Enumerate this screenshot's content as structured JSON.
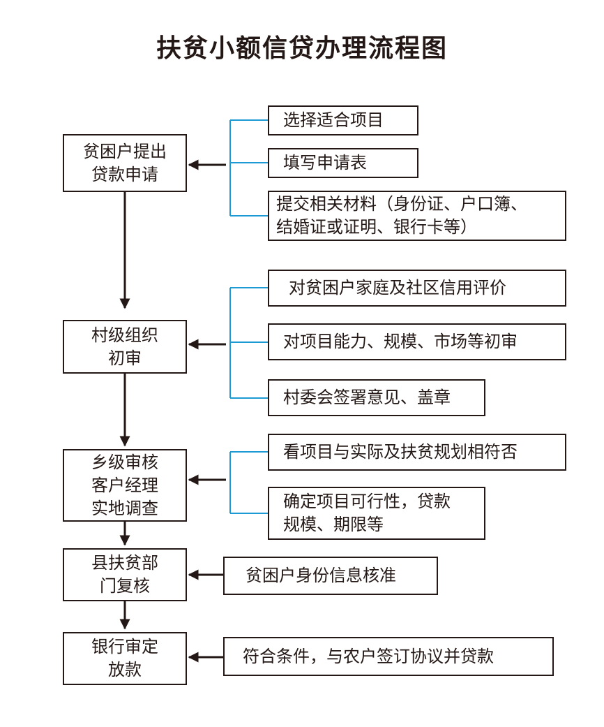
{
  "title": "扶贫小额信贷办理流程图",
  "colors": {
    "stroke": "#231815",
    "bracket": "#1b9ad6",
    "background": "#ffffff"
  },
  "steps": [
    {
      "lines": [
        "贫困户提出",
        "贷款申请"
      ]
    },
    {
      "lines": [
        "村级组织",
        "初审"
      ]
    },
    {
      "lines": [
        "乡级审核",
        "客户经理",
        "实地调查"
      ]
    },
    {
      "lines": [
        "县扶贫部",
        "门复核"
      ]
    },
    {
      "lines": [
        "银行审定",
        "放款"
      ]
    }
  ],
  "details": [
    {
      "lines": [
        "选择适合项目"
      ]
    },
    {
      "lines": [
        "填写申请表"
      ]
    },
    {
      "lines": [
        "提交相关材料（身份证、户口簿、",
        "结婚证或证明、银行卡等）"
      ]
    },
    {
      "lines": [
        "对贫困户家庭及社区信用评价"
      ]
    },
    {
      "lines": [
        "对项目能力、规模、市场等初审"
      ]
    },
    {
      "lines": [
        "村委会签署意见、盖章"
      ]
    },
    {
      "lines": [
        "看项目与实际及扶贫规划相符否"
      ]
    },
    {
      "lines": [
        "确定项目可行性，贷款",
        "规模、期限等"
      ]
    },
    {
      "lines": [
        "贫困户身份信息核准"
      ]
    },
    {
      "lines": [
        "符合条件，与农户签订协议并贷款"
      ]
    }
  ]
}
